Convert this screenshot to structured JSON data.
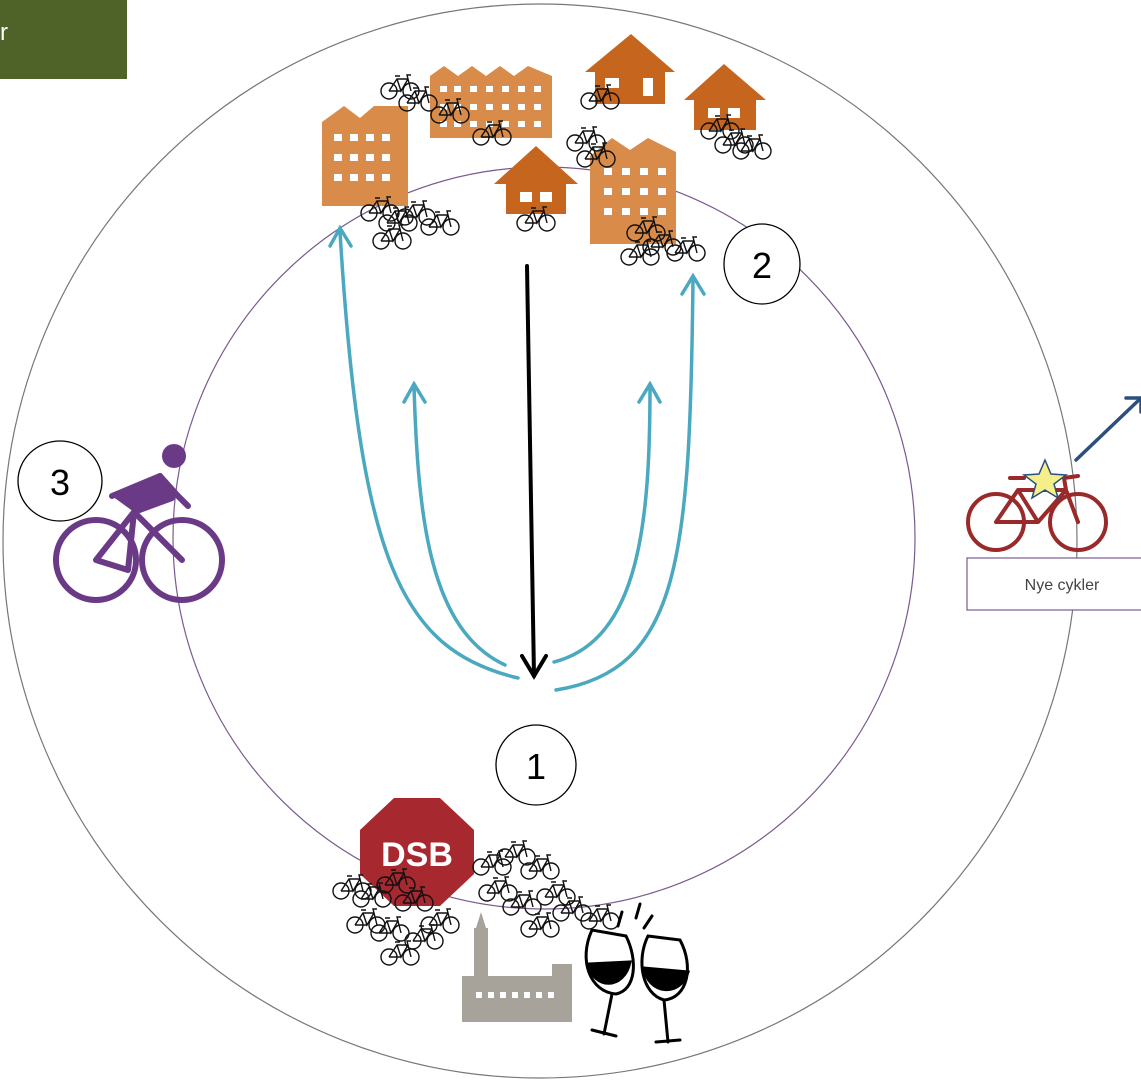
{
  "corner_tab": {
    "label": "r",
    "color": "#4f6228"
  },
  "markers": {
    "one": "1",
    "two": "2",
    "three": "3"
  },
  "new_bikes": {
    "label": "Nye cykler",
    "icon": "bicycle-with-star-icon"
  },
  "station": {
    "logo_text": "DSB",
    "logo_color": "#a8282f"
  },
  "colors": {
    "outer_ring": "#777777",
    "inner_ring": "#7a5a8e",
    "flow_arrows": "#4aa8c0",
    "main_arrow": "#000000",
    "buildings": "#d98c4a",
    "houses": "#c6651e",
    "rider": "#6a3a86",
    "new_bike": "#9a2a2a",
    "star": "#f5ef8a",
    "exit_arrow": "#2c4f7c",
    "city_hall": "#a8a39a"
  },
  "icons": [
    "bicycle-icon",
    "apartment-building-icon",
    "house-icon",
    "cyclist-icon",
    "dsb-logo-icon",
    "city-hall-icon",
    "wine-glasses-icon"
  ]
}
